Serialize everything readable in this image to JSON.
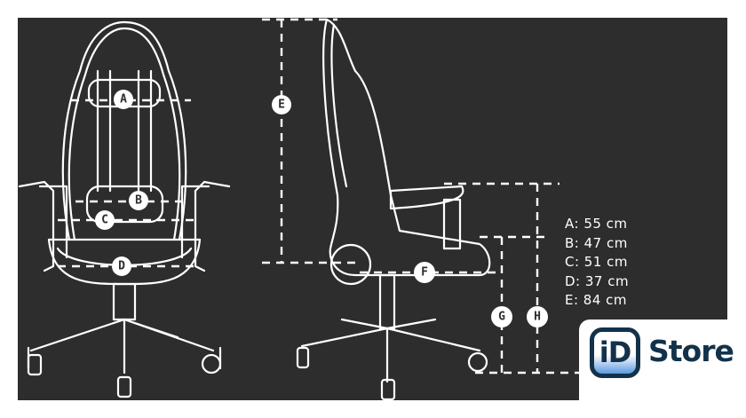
{
  "badges": {
    "a": "A",
    "b": "B",
    "c": "C",
    "d": "D",
    "e": "E",
    "f": "F",
    "g": "G",
    "h": "H"
  },
  "legend": [
    "A: 55 cm",
    "B: 47 cm",
    "C: 51 cm",
    "D: 37 cm",
    "E: 84 cm"
  ],
  "logo": {
    "mark": "iD",
    "name": "Store",
    "accent": "#13324a",
    "gradient": "#5a9ae0"
  },
  "colors": {
    "background": "#2d2d2d",
    "lines": "#ffffff"
  }
}
